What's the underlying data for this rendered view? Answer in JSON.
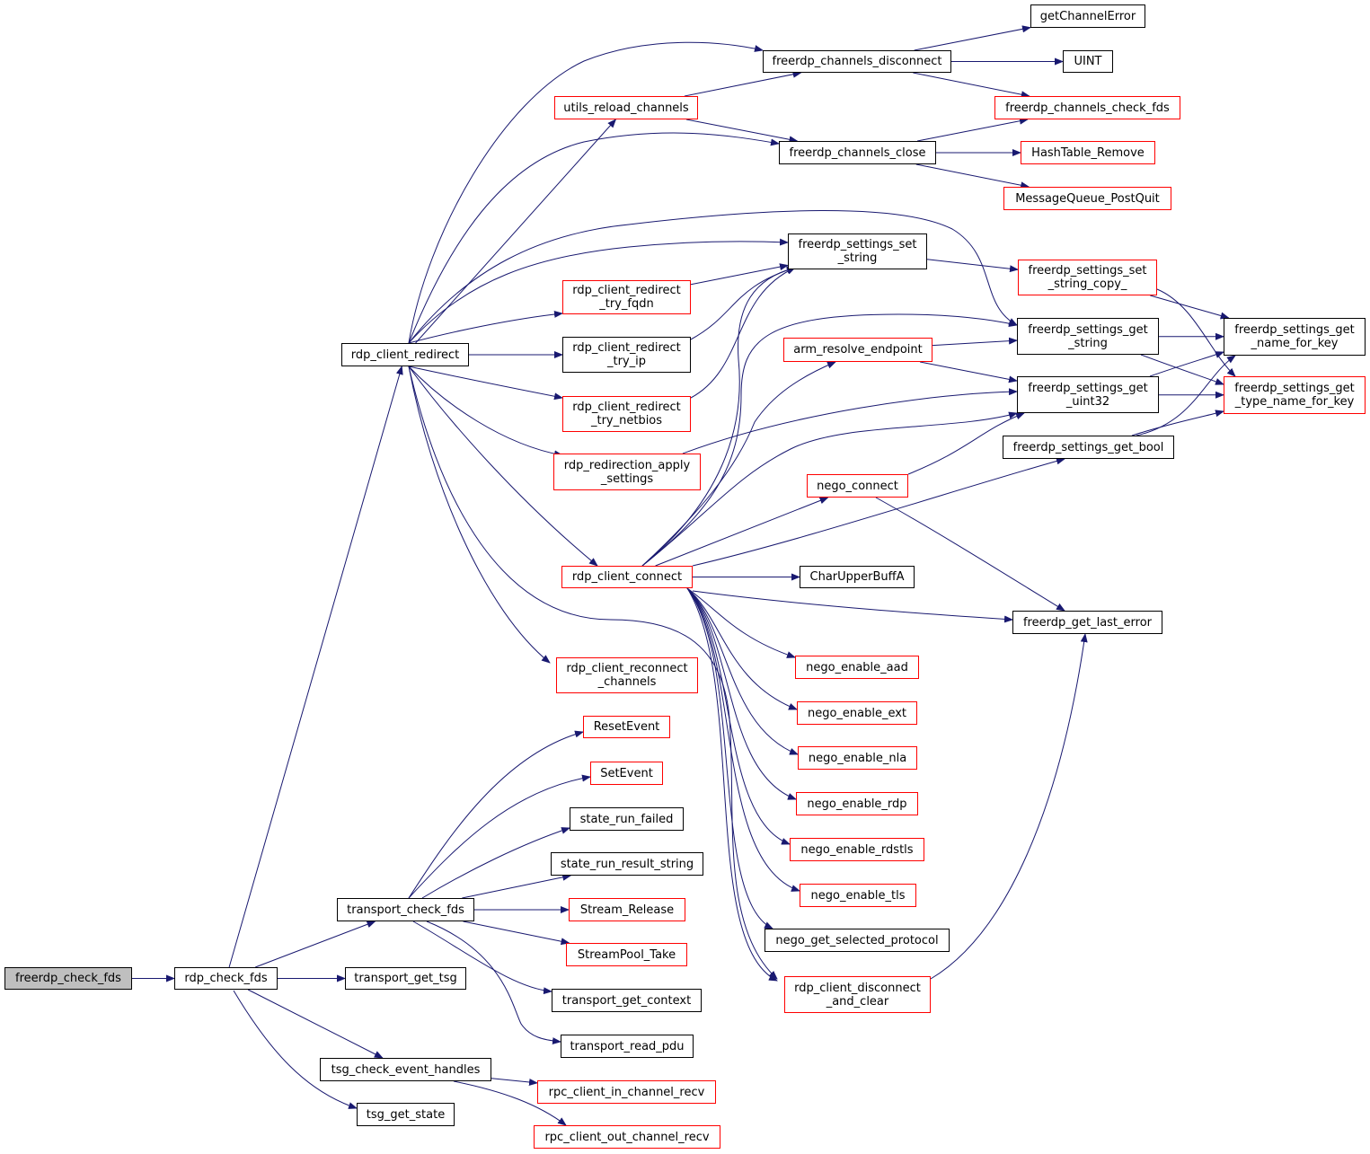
{
  "diagram": {
    "edge_color": "#191970",
    "nodes": [
      {
        "id": "freerdp_check_fds",
        "label": "freerdp_check_fds",
        "style": "focus"
      },
      {
        "id": "rdp_check_fds",
        "label": "rdp_check_fds",
        "style": "black"
      },
      {
        "id": "rdp_client_redirect",
        "label": "rdp_client_redirect",
        "style": "black"
      },
      {
        "id": "transport_check_fds",
        "label": "transport_check_fds",
        "style": "black"
      },
      {
        "id": "transport_get_tsg",
        "label": "transport_get_tsg",
        "style": "black"
      },
      {
        "id": "tsg_check_event_handles",
        "label": "tsg_check_event_handles",
        "style": "black"
      },
      {
        "id": "tsg_get_state",
        "label": "tsg_get_state",
        "style": "black"
      },
      {
        "id": "utils_reload_channels",
        "label": "utils_reload_channels",
        "style": "red"
      },
      {
        "id": "rdp_client_redirect_try_fqdn",
        "label": "rdp_client_redirect\n_try_fqdn",
        "style": "red"
      },
      {
        "id": "rdp_client_redirect_try_ip",
        "label": "rdp_client_redirect\n_try_ip",
        "style": "black"
      },
      {
        "id": "rdp_client_redirect_try_netbios",
        "label": "rdp_client_redirect\n_try_netbios",
        "style": "red"
      },
      {
        "id": "rdp_redirection_apply_settings",
        "label": "rdp_redirection_apply\n_settings",
        "style": "red"
      },
      {
        "id": "rdp_client_connect",
        "label": "rdp_client_connect",
        "style": "red"
      },
      {
        "id": "rdp_client_reconnect_channels",
        "label": "rdp_client_reconnect\n_channels",
        "style": "red"
      },
      {
        "id": "ResetEvent",
        "label": "ResetEvent",
        "style": "red"
      },
      {
        "id": "SetEvent",
        "label": "SetEvent",
        "style": "red"
      },
      {
        "id": "state_run_failed",
        "label": "state_run_failed",
        "style": "black"
      },
      {
        "id": "state_run_result_string",
        "label": "state_run_result_string",
        "style": "black"
      },
      {
        "id": "Stream_Release",
        "label": "Stream_Release",
        "style": "red"
      },
      {
        "id": "StreamPool_Take",
        "label": "StreamPool_Take",
        "style": "red"
      },
      {
        "id": "transport_get_context",
        "label": "transport_get_context",
        "style": "black"
      },
      {
        "id": "transport_read_pdu",
        "label": "transport_read_pdu",
        "style": "black"
      },
      {
        "id": "rpc_client_in_channel_recv",
        "label": "rpc_client_in_channel_recv",
        "style": "red"
      },
      {
        "id": "rpc_client_out_channel_recv",
        "label": "rpc_client_out_channel_recv",
        "style": "red"
      },
      {
        "id": "freerdp_channels_disconnect",
        "label": "freerdp_channels_disconnect",
        "style": "black"
      },
      {
        "id": "freerdp_channels_close",
        "label": "freerdp_channels_close",
        "style": "black"
      },
      {
        "id": "freerdp_settings_set_string",
        "label": "freerdp_settings_set\n_string",
        "style": "black"
      },
      {
        "id": "arm_resolve_endpoint",
        "label": "arm_resolve_endpoint",
        "style": "red"
      },
      {
        "id": "nego_connect",
        "label": "nego_connect",
        "style": "red"
      },
      {
        "id": "CharUpperBuffA",
        "label": "CharUpperBuffA",
        "style": "black"
      },
      {
        "id": "nego_enable_aad",
        "label": "nego_enable_aad",
        "style": "red"
      },
      {
        "id": "nego_enable_ext",
        "label": "nego_enable_ext",
        "style": "red"
      },
      {
        "id": "nego_enable_nla",
        "label": "nego_enable_nla",
        "style": "red"
      },
      {
        "id": "nego_enable_rdp",
        "label": "nego_enable_rdp",
        "style": "red"
      },
      {
        "id": "nego_enable_rdstls",
        "label": "nego_enable_rdstls",
        "style": "red"
      },
      {
        "id": "nego_enable_tls",
        "label": "nego_enable_tls",
        "style": "red"
      },
      {
        "id": "nego_get_selected_protocol",
        "label": "nego_get_selected_protocol",
        "style": "black"
      },
      {
        "id": "rdp_client_disconnect_and_clear",
        "label": "rdp_client_disconnect\n_and_clear",
        "style": "red"
      },
      {
        "id": "getChannelError",
        "label": "getChannelError",
        "style": "black"
      },
      {
        "id": "UINT",
        "label": "UINT",
        "style": "black"
      },
      {
        "id": "freerdp_channels_check_fds",
        "label": "freerdp_channels_check_fds",
        "style": "red"
      },
      {
        "id": "HashTable_Remove",
        "label": "HashTable_Remove",
        "style": "red"
      },
      {
        "id": "MessageQueue_PostQuit",
        "label": "MessageQueue_PostQuit",
        "style": "red"
      },
      {
        "id": "freerdp_settings_set_string_copy_",
        "label": "freerdp_settings_set\n_string_copy_",
        "style": "red"
      },
      {
        "id": "freerdp_settings_get_string",
        "label": "freerdp_settings_get\n_string",
        "style": "black"
      },
      {
        "id": "freerdp_settings_get_uint32",
        "label": "freerdp_settings_get\n_uint32",
        "style": "black"
      },
      {
        "id": "freerdp_settings_get_bool",
        "label": "freerdp_settings_get_bool",
        "style": "black"
      },
      {
        "id": "freerdp_get_last_error",
        "label": "freerdp_get_last_error",
        "style": "black"
      },
      {
        "id": "freerdp_settings_get_name_for_key",
        "label": "freerdp_settings_get\n_name_for_key",
        "style": "black"
      },
      {
        "id": "freerdp_settings_get_type_name_for_key",
        "label": "freerdp_settings_get\n_type_name_for_key",
        "style": "red"
      }
    ],
    "edges": [
      [
        "freerdp_check_fds",
        "rdp_check_fds"
      ],
      [
        "rdp_check_fds",
        "rdp_client_redirect"
      ],
      [
        "rdp_check_fds",
        "transport_check_fds"
      ],
      [
        "rdp_check_fds",
        "transport_get_tsg"
      ],
      [
        "rdp_check_fds",
        "tsg_check_event_handles"
      ],
      [
        "rdp_check_fds",
        "tsg_get_state"
      ],
      [
        "rdp_client_redirect",
        "freerdp_channels_disconnect"
      ],
      [
        "rdp_client_redirect",
        "utils_reload_channels"
      ],
      [
        "rdp_client_redirect",
        "freerdp_channels_close"
      ],
      [
        "rdp_client_redirect",
        "freerdp_settings_get_string"
      ],
      [
        "rdp_client_redirect",
        "freerdp_settings_set_string"
      ],
      [
        "rdp_client_redirect",
        "rdp_client_redirect_try_fqdn"
      ],
      [
        "rdp_client_redirect",
        "rdp_client_redirect_try_ip"
      ],
      [
        "rdp_client_redirect",
        "rdp_client_redirect_try_netbios"
      ],
      [
        "rdp_client_redirect",
        "rdp_redirection_apply_settings"
      ],
      [
        "rdp_client_redirect",
        "rdp_client_connect"
      ],
      [
        "rdp_client_redirect",
        "rdp_client_reconnect_channels"
      ],
      [
        "rdp_client_redirect",
        "rdp_client_disconnect_and_clear"
      ],
      [
        "utils_reload_channels",
        "freerdp_channels_disconnect"
      ],
      [
        "utils_reload_channels",
        "freerdp_channels_close"
      ],
      [
        "freerdp_channels_disconnect",
        "getChannelError"
      ],
      [
        "freerdp_channels_disconnect",
        "UINT"
      ],
      [
        "freerdp_channels_disconnect",
        "freerdp_channels_check_fds"
      ],
      [
        "freerdp_channels_close",
        "freerdp_channels_check_fds"
      ],
      [
        "freerdp_channels_close",
        "HashTable_Remove"
      ],
      [
        "freerdp_channels_close",
        "MessageQueue_PostQuit"
      ],
      [
        "rdp_client_redirect_try_fqdn",
        "freerdp_settings_set_string"
      ],
      [
        "rdp_client_redirect_try_ip",
        "freerdp_settings_set_string"
      ],
      [
        "rdp_client_redirect_try_netbios",
        "freerdp_settings_set_string"
      ],
      [
        "rdp_redirection_apply_settings",
        "freerdp_settings_get_uint32"
      ],
      [
        "freerdp_settings_set_string",
        "freerdp_settings_set_string_copy_"
      ],
      [
        "freerdp_settings_set_string_copy_",
        "freerdp_settings_get_name_for_key"
      ],
      [
        "freerdp_settings_set_string_copy_",
        "freerdp_settings_get_type_name_for_key"
      ],
      [
        "freerdp_settings_get_string",
        "freerdp_settings_get_name_for_key"
      ],
      [
        "freerdp_settings_get_string",
        "freerdp_settings_get_type_name_for_key"
      ],
      [
        "freerdp_settings_get_uint32",
        "freerdp_settings_get_name_for_key"
      ],
      [
        "freerdp_settings_get_uint32",
        "freerdp_settings_get_type_name_for_key"
      ],
      [
        "freerdp_settings_get_bool",
        "freerdp_settings_get_name_for_key"
      ],
      [
        "freerdp_settings_get_bool",
        "freerdp_settings_get_type_name_for_key"
      ],
      [
        "arm_resolve_endpoint",
        "freerdp_settings_get_string"
      ],
      [
        "arm_resolve_endpoint",
        "freerdp_settings_get_uint32"
      ],
      [
        "rdp_client_connect",
        "freerdp_settings_set_string"
      ],
      [
        "rdp_client_connect",
        "freerdp_settings_get_string"
      ],
      [
        "rdp_client_connect",
        "arm_resolve_endpoint"
      ],
      [
        "rdp_client_connect",
        "freerdp_settings_get_uint32"
      ],
      [
        "rdp_client_connect",
        "freerdp_settings_get_bool"
      ],
      [
        "rdp_client_connect",
        "nego_connect"
      ],
      [
        "rdp_client_connect",
        "CharUpperBuffA"
      ],
      [
        "rdp_client_connect",
        "freerdp_get_last_error"
      ],
      [
        "rdp_client_connect",
        "nego_enable_aad"
      ],
      [
        "rdp_client_connect",
        "nego_enable_ext"
      ],
      [
        "rdp_client_connect",
        "nego_enable_nla"
      ],
      [
        "rdp_client_connect",
        "nego_enable_rdp"
      ],
      [
        "rdp_client_connect",
        "nego_enable_rdstls"
      ],
      [
        "rdp_client_connect",
        "nego_enable_tls"
      ],
      [
        "rdp_client_connect",
        "nego_get_selected_protocol"
      ],
      [
        "rdp_client_connect",
        "rdp_client_disconnect_and_clear"
      ],
      [
        "nego_connect",
        "freerdp_settings_get_uint32"
      ],
      [
        "nego_connect",
        "freerdp_get_last_error"
      ],
      [
        "rdp_client_disconnect_and_clear",
        "freerdp_get_last_error"
      ],
      [
        "transport_check_fds",
        "ResetEvent"
      ],
      [
        "transport_check_fds",
        "SetEvent"
      ],
      [
        "transport_check_fds",
        "state_run_failed"
      ],
      [
        "transport_check_fds",
        "state_run_result_string"
      ],
      [
        "transport_check_fds",
        "Stream_Release"
      ],
      [
        "transport_check_fds",
        "StreamPool_Take"
      ],
      [
        "transport_check_fds",
        "transport_get_context"
      ],
      [
        "transport_check_fds",
        "transport_read_pdu"
      ],
      [
        "tsg_check_event_handles",
        "rpc_client_in_channel_recv"
      ],
      [
        "tsg_check_event_handles",
        "rpc_client_out_channel_recv"
      ]
    ]
  }
}
